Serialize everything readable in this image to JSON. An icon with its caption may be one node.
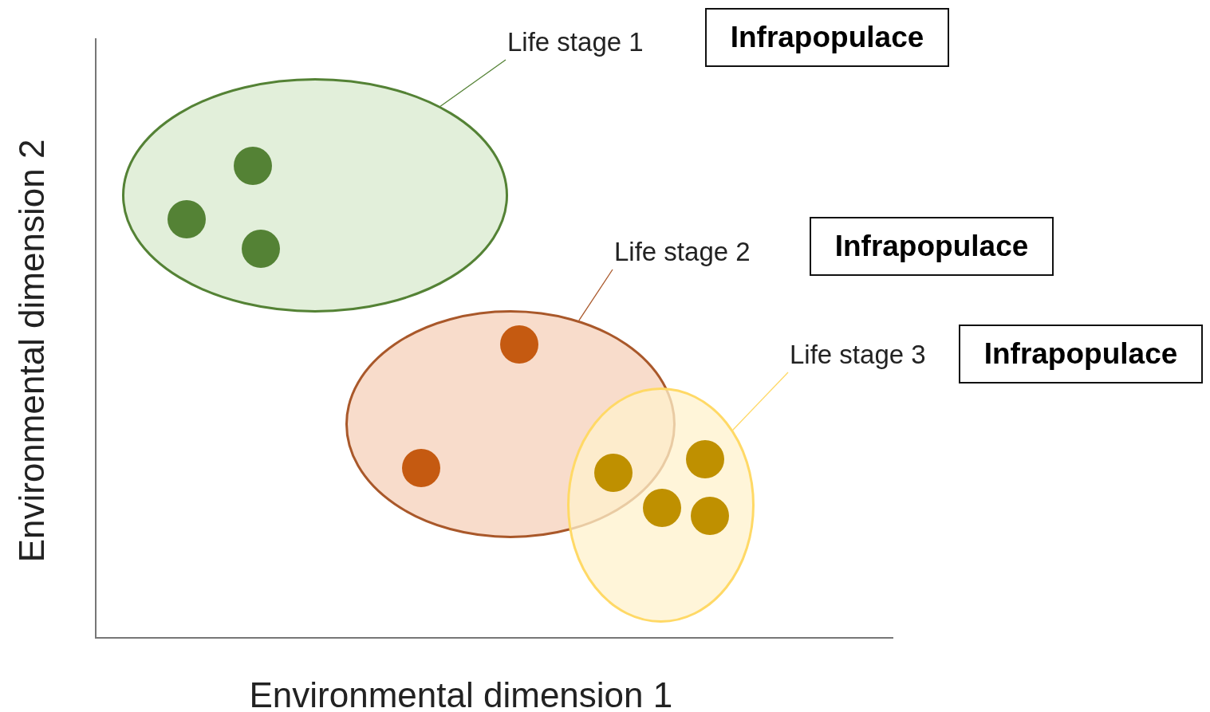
{
  "diagram": {
    "nodes": [
      {
        "text": [
          "Life stage 1"
        ]
      },
      {
        "text": [],
        "shape": "ellipse"
      },
      {
        "text": [],
        "shape": "circle",
        "in": 1
      },
      {
        "text": [],
        "shape": "circle",
        "in": 1
      },
      {
        "text": [],
        "shape": "circle",
        "in": 1
      },
      {
        "text": [
          "Life stage 2"
        ]
      },
      {
        "text": [],
        "shape": "ellipse"
      },
      {
        "text": [],
        "shape": "circle",
        "in": 6
      },
      {
        "text": [],
        "shape": "circle",
        "in": 6
      },
      {
        "text": [
          "Life stage 3"
        ]
      },
      {
        "text": [],
        "shape": "ellipse"
      },
      {
        "text": [],
        "shape": "circle"
      },
      {
        "text": [],
        "shape": "circle",
        "in": 10
      },
      {
        "text": [],
        "shape": "circle",
        "in": 10
      },
      {
        "text": [],
        "shape": "circle",
        "in": 10
      },
      {
        "text": [
          "Infrapopulace"
        ]
      },
      {
        "text": [
          "Infrapopulace"
        ]
      },
      {
        "text": [
          "Infrapopulace"
        ]
      }
    ],
    "edges": [
      {
        "from": 0,
        "to": 1,
        "arrow": "none",
        "color": "#548235"
      },
      {
        "from": 5,
        "to": 6,
        "arrow": "none",
        "color": "#a9582a"
      },
      {
        "from": 9,
        "to": 10,
        "arrow": "none",
        "color": "#ffd966"
      }
    ],
    "labels": [
      "Environmental dimension 2",
      "Environmental dimension 1"
    ]
  }
}
